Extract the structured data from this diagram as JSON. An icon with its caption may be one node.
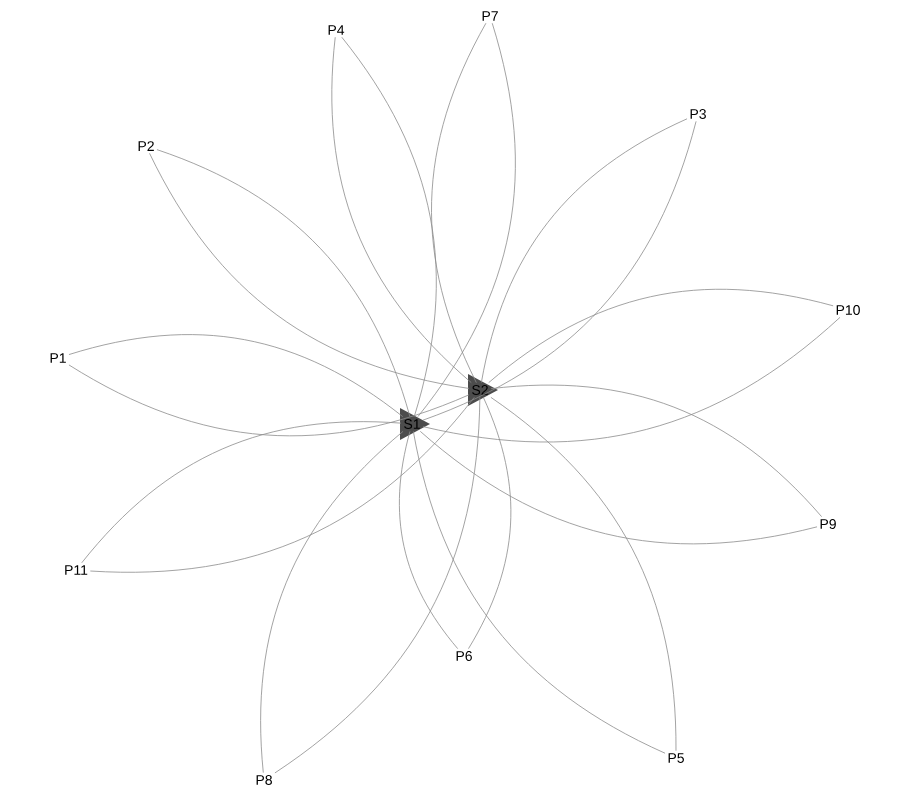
{
  "diagram": {
    "nodes": [
      {
        "text": [
          "P1"
        ]
      },
      {
        "text": [
          "P2"
        ]
      },
      {
        "text": [
          "P3"
        ]
      },
      {
        "text": [
          "P4"
        ]
      },
      {
        "text": [
          "P5"
        ]
      },
      {
        "text": [
          "P6"
        ]
      },
      {
        "text": [
          "P7"
        ]
      },
      {
        "text": [
          "P8"
        ]
      },
      {
        "text": [
          "P9"
        ]
      },
      {
        "text": [
          "P10"
        ]
      },
      {
        "text": [
          "P11"
        ]
      },
      {
        "text": [
          "S1"
        ]
      },
      {
        "text": [
          "S2"
        ]
      }
    ],
    "edges": [
      {
        "from": 0,
        "to": 11,
        "arrow": "none"
      },
      {
        "from": 0,
        "to": 12,
        "arrow": "none"
      },
      {
        "from": 1,
        "to": 11,
        "arrow": "none"
      },
      {
        "from": 1,
        "to": 12,
        "arrow": "none"
      },
      {
        "from": 2,
        "to": 11,
        "arrow": "none"
      },
      {
        "from": 2,
        "to": 12,
        "arrow": "none"
      },
      {
        "from": 3,
        "to": 11,
        "arrow": "none"
      },
      {
        "from": 3,
        "to": 12,
        "arrow": "none"
      },
      {
        "from": 4,
        "to": 11,
        "arrow": "none"
      },
      {
        "from": 4,
        "to": 12,
        "arrow": "none"
      },
      {
        "from": 5,
        "to": 11,
        "arrow": "none"
      },
      {
        "from": 5,
        "to": 12,
        "arrow": "none"
      },
      {
        "from": 6,
        "to": 11,
        "arrow": "none"
      },
      {
        "from": 6,
        "to": 12,
        "arrow": "none"
      },
      {
        "from": 7,
        "to": 11,
        "arrow": "none"
      },
      {
        "from": 7,
        "to": 12,
        "arrow": "none"
      },
      {
        "from": 8,
        "to": 11,
        "arrow": "none"
      },
      {
        "from": 8,
        "to": 12,
        "arrow": "none"
      },
      {
        "from": 9,
        "to": 11,
        "arrow": "none"
      },
      {
        "from": 9,
        "to": 12,
        "arrow": "none"
      },
      {
        "from": 10,
        "to": 11,
        "arrow": "none"
      },
      {
        "from": 10,
        "to": 12,
        "arrow": "none"
      }
    ]
  }
}
